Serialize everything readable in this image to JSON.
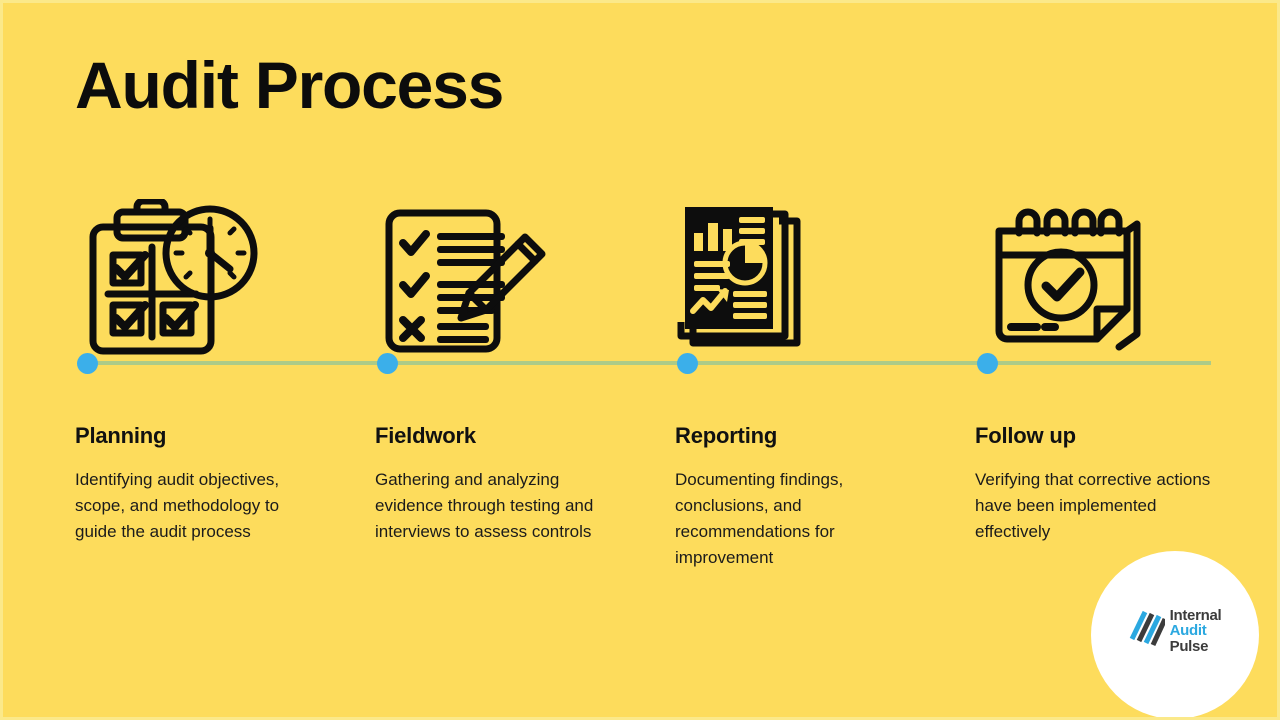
{
  "slide": {
    "title": "Audit Process",
    "background_color": "#FDDC5C",
    "accent_color": "#3BAFEA",
    "line_color": "#a9c98a",
    "text_color": "#111111"
  },
  "timeline": {
    "dots": [
      {
        "name": "timeline-dot-planning"
      },
      {
        "name": "timeline-dot-fieldwork"
      },
      {
        "name": "timeline-dot-reporting"
      },
      {
        "name": "timeline-dot-followup"
      }
    ]
  },
  "steps": [
    {
      "title": "Planning",
      "description": "Identifying audit objectives, scope, and methodology to guide the audit process",
      "icon": "clipboard-clock-icon"
    },
    {
      "title": "Fieldwork",
      "description": "Gathering and analyzing evidence through testing and interviews to assess controls",
      "icon": "checklist-pencil-icon"
    },
    {
      "title": "Reporting",
      "description": "Documenting findings, conclusions, and recommendations for improvement",
      "icon": "report-documents-icon"
    },
    {
      "title": "Follow up",
      "description": "Verifying that corrective actions have been implemented effectively",
      "icon": "calendar-check-icon"
    }
  ],
  "logo": {
    "line1": "Internal",
    "line2": "Audit",
    "line3": "Pulse",
    "mark": "diagonal-stripes-logo-icon",
    "dark_color": "#3c3c3c",
    "blue_color": "#2BA8E0"
  }
}
